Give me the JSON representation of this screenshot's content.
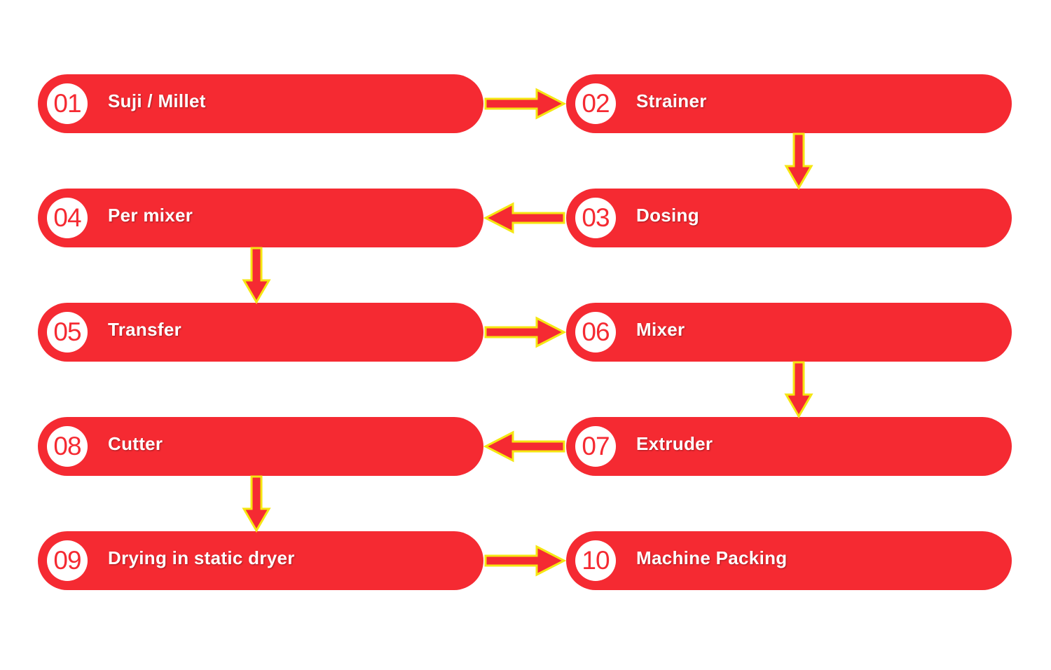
{
  "colors": {
    "pill": "#f52a32",
    "number_text": "#f52a32",
    "circle": "#ffffff",
    "label": "#ffffff",
    "arrow_fill": "#f52a32",
    "arrow_outline": "#f5e612"
  },
  "steps": [
    {
      "num": "01",
      "label": "Suji / Millet"
    },
    {
      "num": "02",
      "label": "Strainer"
    },
    {
      "num": "03",
      "label": "Dosing"
    },
    {
      "num": "04",
      "label": "Per mixer"
    },
    {
      "num": "05",
      "label": "Transfer"
    },
    {
      "num": "06",
      "label": "Mixer"
    },
    {
      "num": "07",
      "label": "Extruder"
    },
    {
      "num": "08",
      "label": "Cutter"
    },
    {
      "num": "09",
      "label": "Drying in static dryer"
    },
    {
      "num": "10",
      "label": "Machine Packing"
    }
  ],
  "connections": [
    {
      "from": "01",
      "to": "02",
      "direction": "right"
    },
    {
      "from": "02",
      "to": "03",
      "direction": "down"
    },
    {
      "from": "03",
      "to": "04",
      "direction": "left"
    },
    {
      "from": "04",
      "to": "05",
      "direction": "down"
    },
    {
      "from": "05",
      "to": "06",
      "direction": "right"
    },
    {
      "from": "06",
      "to": "07",
      "direction": "down"
    },
    {
      "from": "07",
      "to": "08",
      "direction": "left"
    },
    {
      "from": "08",
      "to": "09",
      "direction": "down"
    },
    {
      "from": "09",
      "to": "10",
      "direction": "right"
    }
  ]
}
